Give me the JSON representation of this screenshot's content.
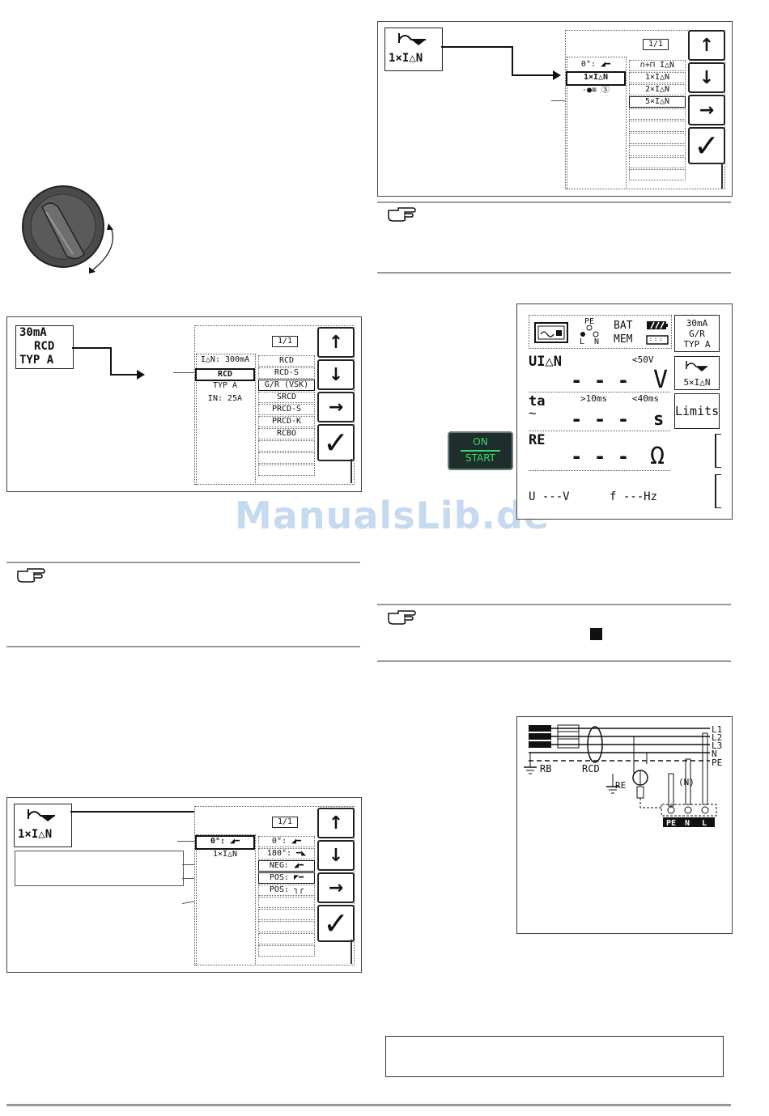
{
  "watermark": "ManualsLib.de",
  "panel_rcd": {
    "label_box": [
      "30mA",
      "RCD",
      "TYP A"
    ],
    "page": "1/1",
    "left_cells": [
      "I△N: 300mA",
      "RCD",
      "TYP   A",
      "IN:   25A"
    ],
    "right_cells": [
      "RCD",
      "RCD-S",
      "G/R (VSK)",
      "SRCD",
      "PRCD-S",
      "PRCD-K",
      "RCBO"
    ]
  },
  "panel_wave": {
    "label": "1×I△N",
    "page": "1/1",
    "left_cells": [
      "0°:",
      "1×I△N"
    ],
    "right_cells": [
      "0°:",
      "180°:",
      "NEG:",
      "POS:",
      "POS:"
    ]
  },
  "panel_mult": {
    "label": "1×I△N",
    "page": "1/1",
    "left_cells": [
      "0°:",
      "1×I△N",
      "-●≡ Ⓢ"
    ],
    "right_cells": [
      "∩+⊓ I△N",
      "1×I△N",
      "2×I△N",
      "5×I△N"
    ]
  },
  "measure": {
    "status": {
      "pe": "PE",
      "l": "L",
      "n": "N",
      "bat": "BAT",
      "mem": "MEM"
    },
    "rcd_box": [
      "30mA",
      "G/R",
      "TYP A"
    ],
    "mult_box": "5×I△N",
    "limits": "Limits",
    "u_label": "UI△N",
    "u_limit": "<50V",
    "u_value": "- - -",
    "u_unit": "V",
    "ta_label": "ta",
    "ta_min": ">10ms",
    "ta_max": "<40ms",
    "ta_value": "- - -",
    "ta_unit": "s",
    "re_label": "RE",
    "re_value": "- - -",
    "re_unit": "Ω",
    "bottom_u": "U   ---V",
    "bottom_f": "f   ---Hz"
  },
  "on_start": {
    "on": "ON",
    "start": "START"
  },
  "buttons": {
    "up": "↑",
    "down": "↓",
    "right": "→",
    "check": "✓"
  },
  "diagram": {
    "lines": [
      "L1",
      "L2",
      "L3",
      "N",
      "PE"
    ],
    "rb": "RB",
    "rcd": "RCD",
    "re": "RE",
    "n_paren": "(N)",
    "terminals": [
      "PE",
      "N",
      "L"
    ]
  }
}
